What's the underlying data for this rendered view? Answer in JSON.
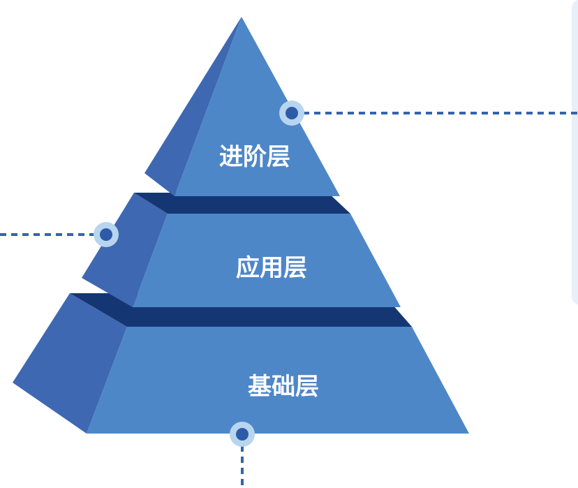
{
  "diagram": {
    "tiers": [
      {
        "id": "advanced",
        "label": "进阶层"
      },
      {
        "id": "application",
        "label": "应用层"
      },
      {
        "id": "foundation",
        "label": "基础层"
      }
    ],
    "colors": {
      "front": "#4e87c8",
      "side": "#3e68b2",
      "band": "#143773",
      "text": "#ffffff",
      "connector": "#3564aa",
      "node_outer": "#b8d5ef",
      "node_inner": "#2e5ba7"
    }
  }
}
